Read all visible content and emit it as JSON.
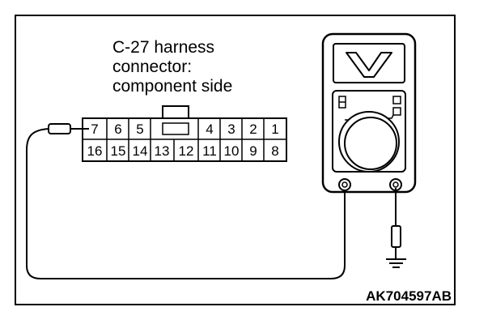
{
  "caption": {
    "line1": "C-27 harness",
    "line2": "connector:",
    "line3": "component side"
  },
  "connector": {
    "top_row": [
      "7",
      "6",
      "5",
      "",
      "4",
      "3",
      "2",
      "1"
    ],
    "bottom_row": [
      "16",
      "15",
      "14",
      "13",
      "12",
      "11",
      "10",
      "9",
      "8"
    ]
  },
  "figure_id": "AK704597AB",
  "meter": {
    "mode_icon": "voltage-v-icon"
  }
}
